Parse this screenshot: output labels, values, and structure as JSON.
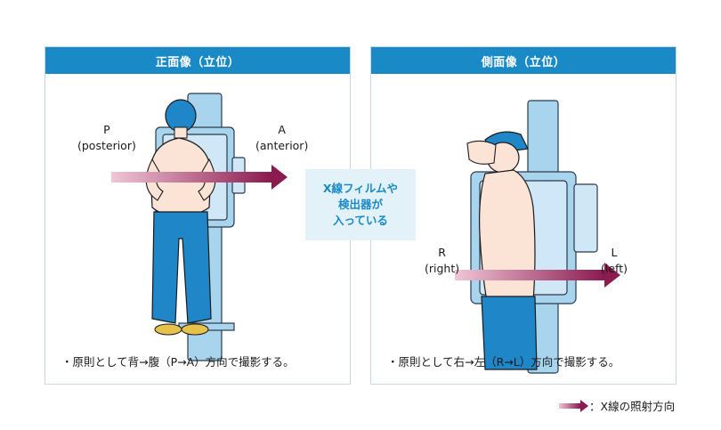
{
  "left_panel": {
    "title": "正面像（立位）",
    "label_p": "P",
    "label_p_sub": "(posterior)",
    "label_a": "A",
    "label_a_sub": "(anterior)",
    "caption": "・原則として背→腹（P→A）方向で撮影する。"
  },
  "right_panel": {
    "title": "側面像（立位）",
    "label_r": "R",
    "label_r_sub": "(right)",
    "label_l": "L",
    "label_l_sub": "(left)",
    "caption": "・原則として右→左（R→L）方向で撮影する。"
  },
  "center_note": {
    "line1": "X線フィルムや",
    "line2": "検出器が",
    "line3": "入っている"
  },
  "legend": {
    "text": "：X線の照射方向"
  },
  "colors": {
    "header_blue": "#1a8ac7",
    "arrow_start": "#f0c6d6",
    "arrow_end": "#8b1a4f",
    "detector_blue": "#a9d4ee",
    "body_blue": "#1f86c8",
    "skin": "#fbe3d6"
  }
}
